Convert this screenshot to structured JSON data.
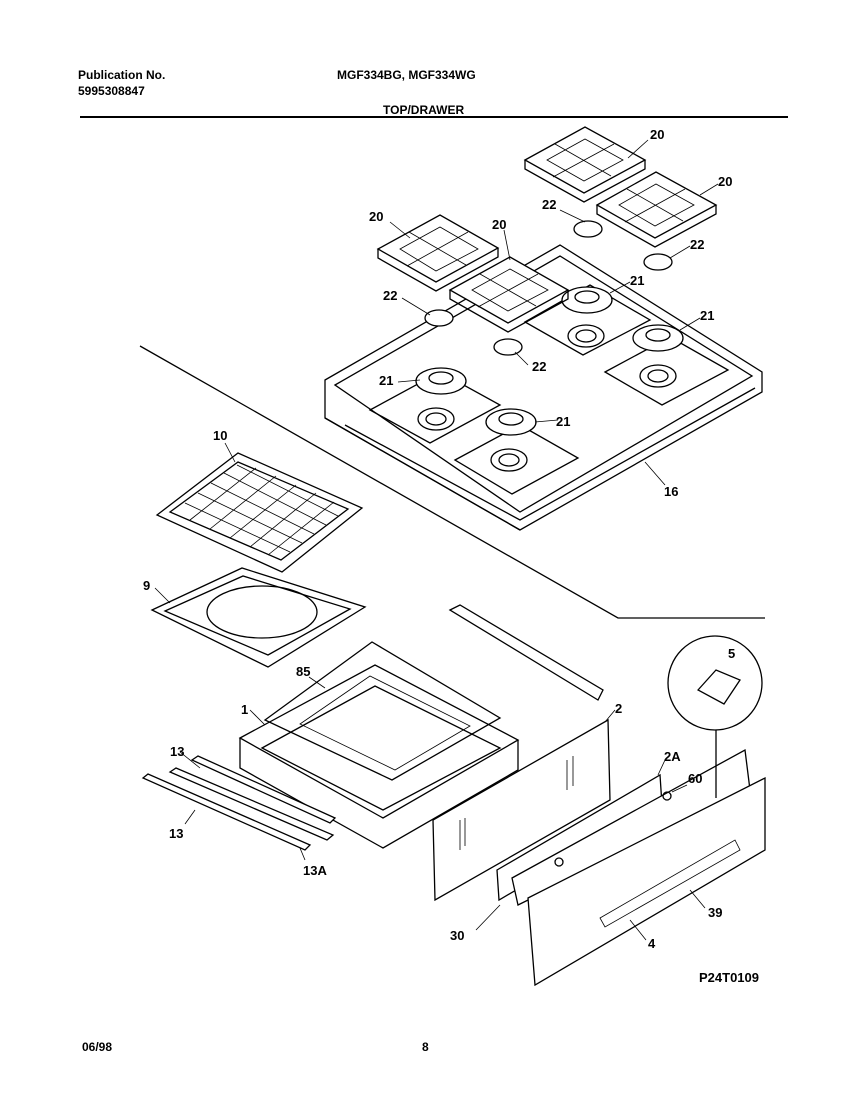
{
  "header": {
    "publication_label": "Publication No.",
    "publication_number": "5995308847",
    "models": "MGF334BG, MGF334WG",
    "section_title": "TOP/DRAWER"
  },
  "callouts": {
    "c20a": "20",
    "c20b": "20",
    "c20c": "20",
    "c20d": "20",
    "c22a": "22",
    "c22b": "22",
    "c22c": "22",
    "c22d": "22",
    "c21a": "21",
    "c21b": "21",
    "c21c": "21",
    "c21d": "21",
    "c16": "16",
    "c10": "10",
    "c9": "9",
    "c85": "85",
    "c1": "1",
    "c2": "2",
    "c5": "5",
    "c2A": "2A",
    "c60": "60",
    "c13a": "13",
    "c13b": "13",
    "c13A": "13A",
    "c30": "30",
    "c39": "39",
    "c4": "4"
  },
  "diagram_code": "P24T0109",
  "footer": {
    "date": "06/98",
    "page": "8"
  }
}
